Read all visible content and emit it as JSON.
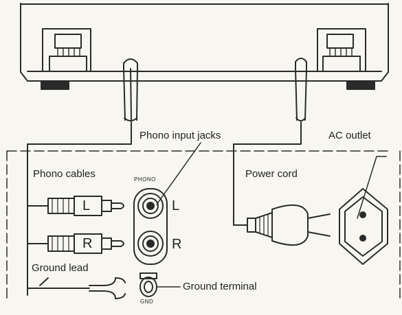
{
  "labels": {
    "phono_input_jacks": "Phono input jacks",
    "ac_outlet": "AC outlet",
    "phono_cables": "Phono cables",
    "phono": "PHONO",
    "power_cord": "Power cord",
    "jack_left": "L",
    "jack_right": "R",
    "plug_left": "L",
    "plug_right": "R",
    "ground_lead": "Ground lead",
    "ground_terminal": "Ground terminal",
    "gnd": "GND"
  },
  "colors": {
    "ink": "#2a2a2a",
    "background": "#f7f6f1"
  }
}
